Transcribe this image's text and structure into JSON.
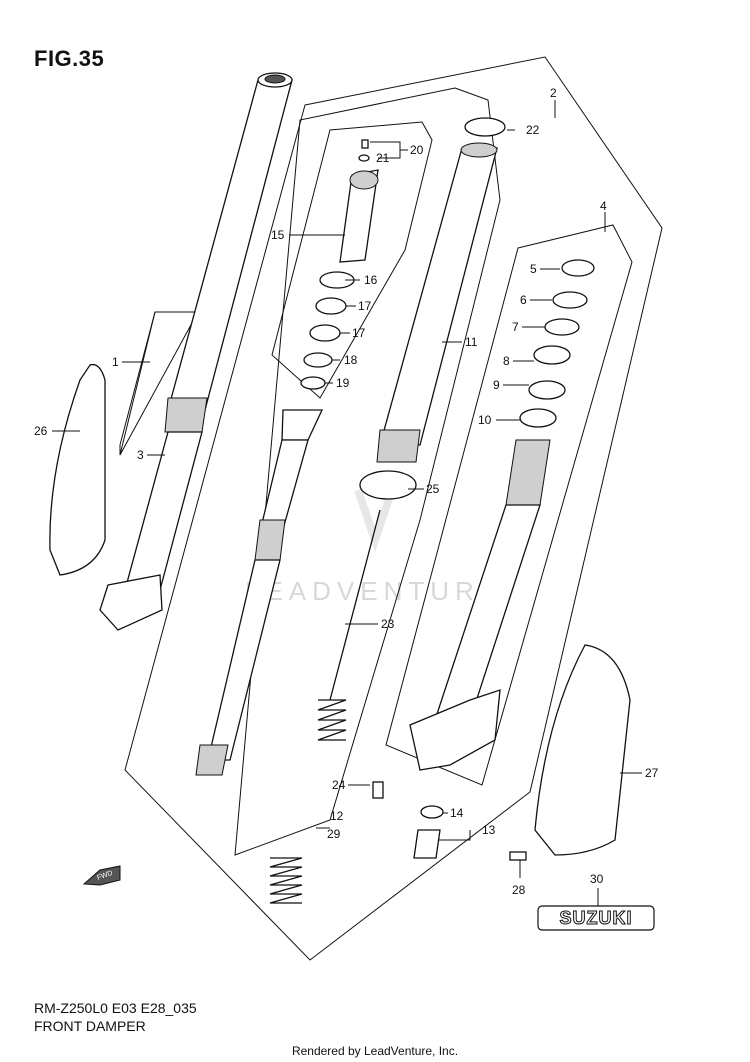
{
  "figure": {
    "title": "FIG.35",
    "model_code": "RM-Z250L0 E03 E28_035",
    "caption": "FRONT DAMPER",
    "rendered_by": "Rendered by LeadVenture, Inc.",
    "watermark": "LEADVENTURE",
    "fwd_label": "FWD",
    "brand_badge": "SUZUKI"
  },
  "callouts": [
    "1",
    "2",
    "3",
    "4",
    "5",
    "6",
    "7",
    "8",
    "9",
    "10",
    "11",
    "12",
    "13",
    "14",
    "15",
    "16",
    "17",
    "17",
    "18",
    "19",
    "20",
    "21",
    "22",
    "23",
    "24",
    "25",
    "26",
    "27",
    "28",
    "29",
    "30"
  ]
}
